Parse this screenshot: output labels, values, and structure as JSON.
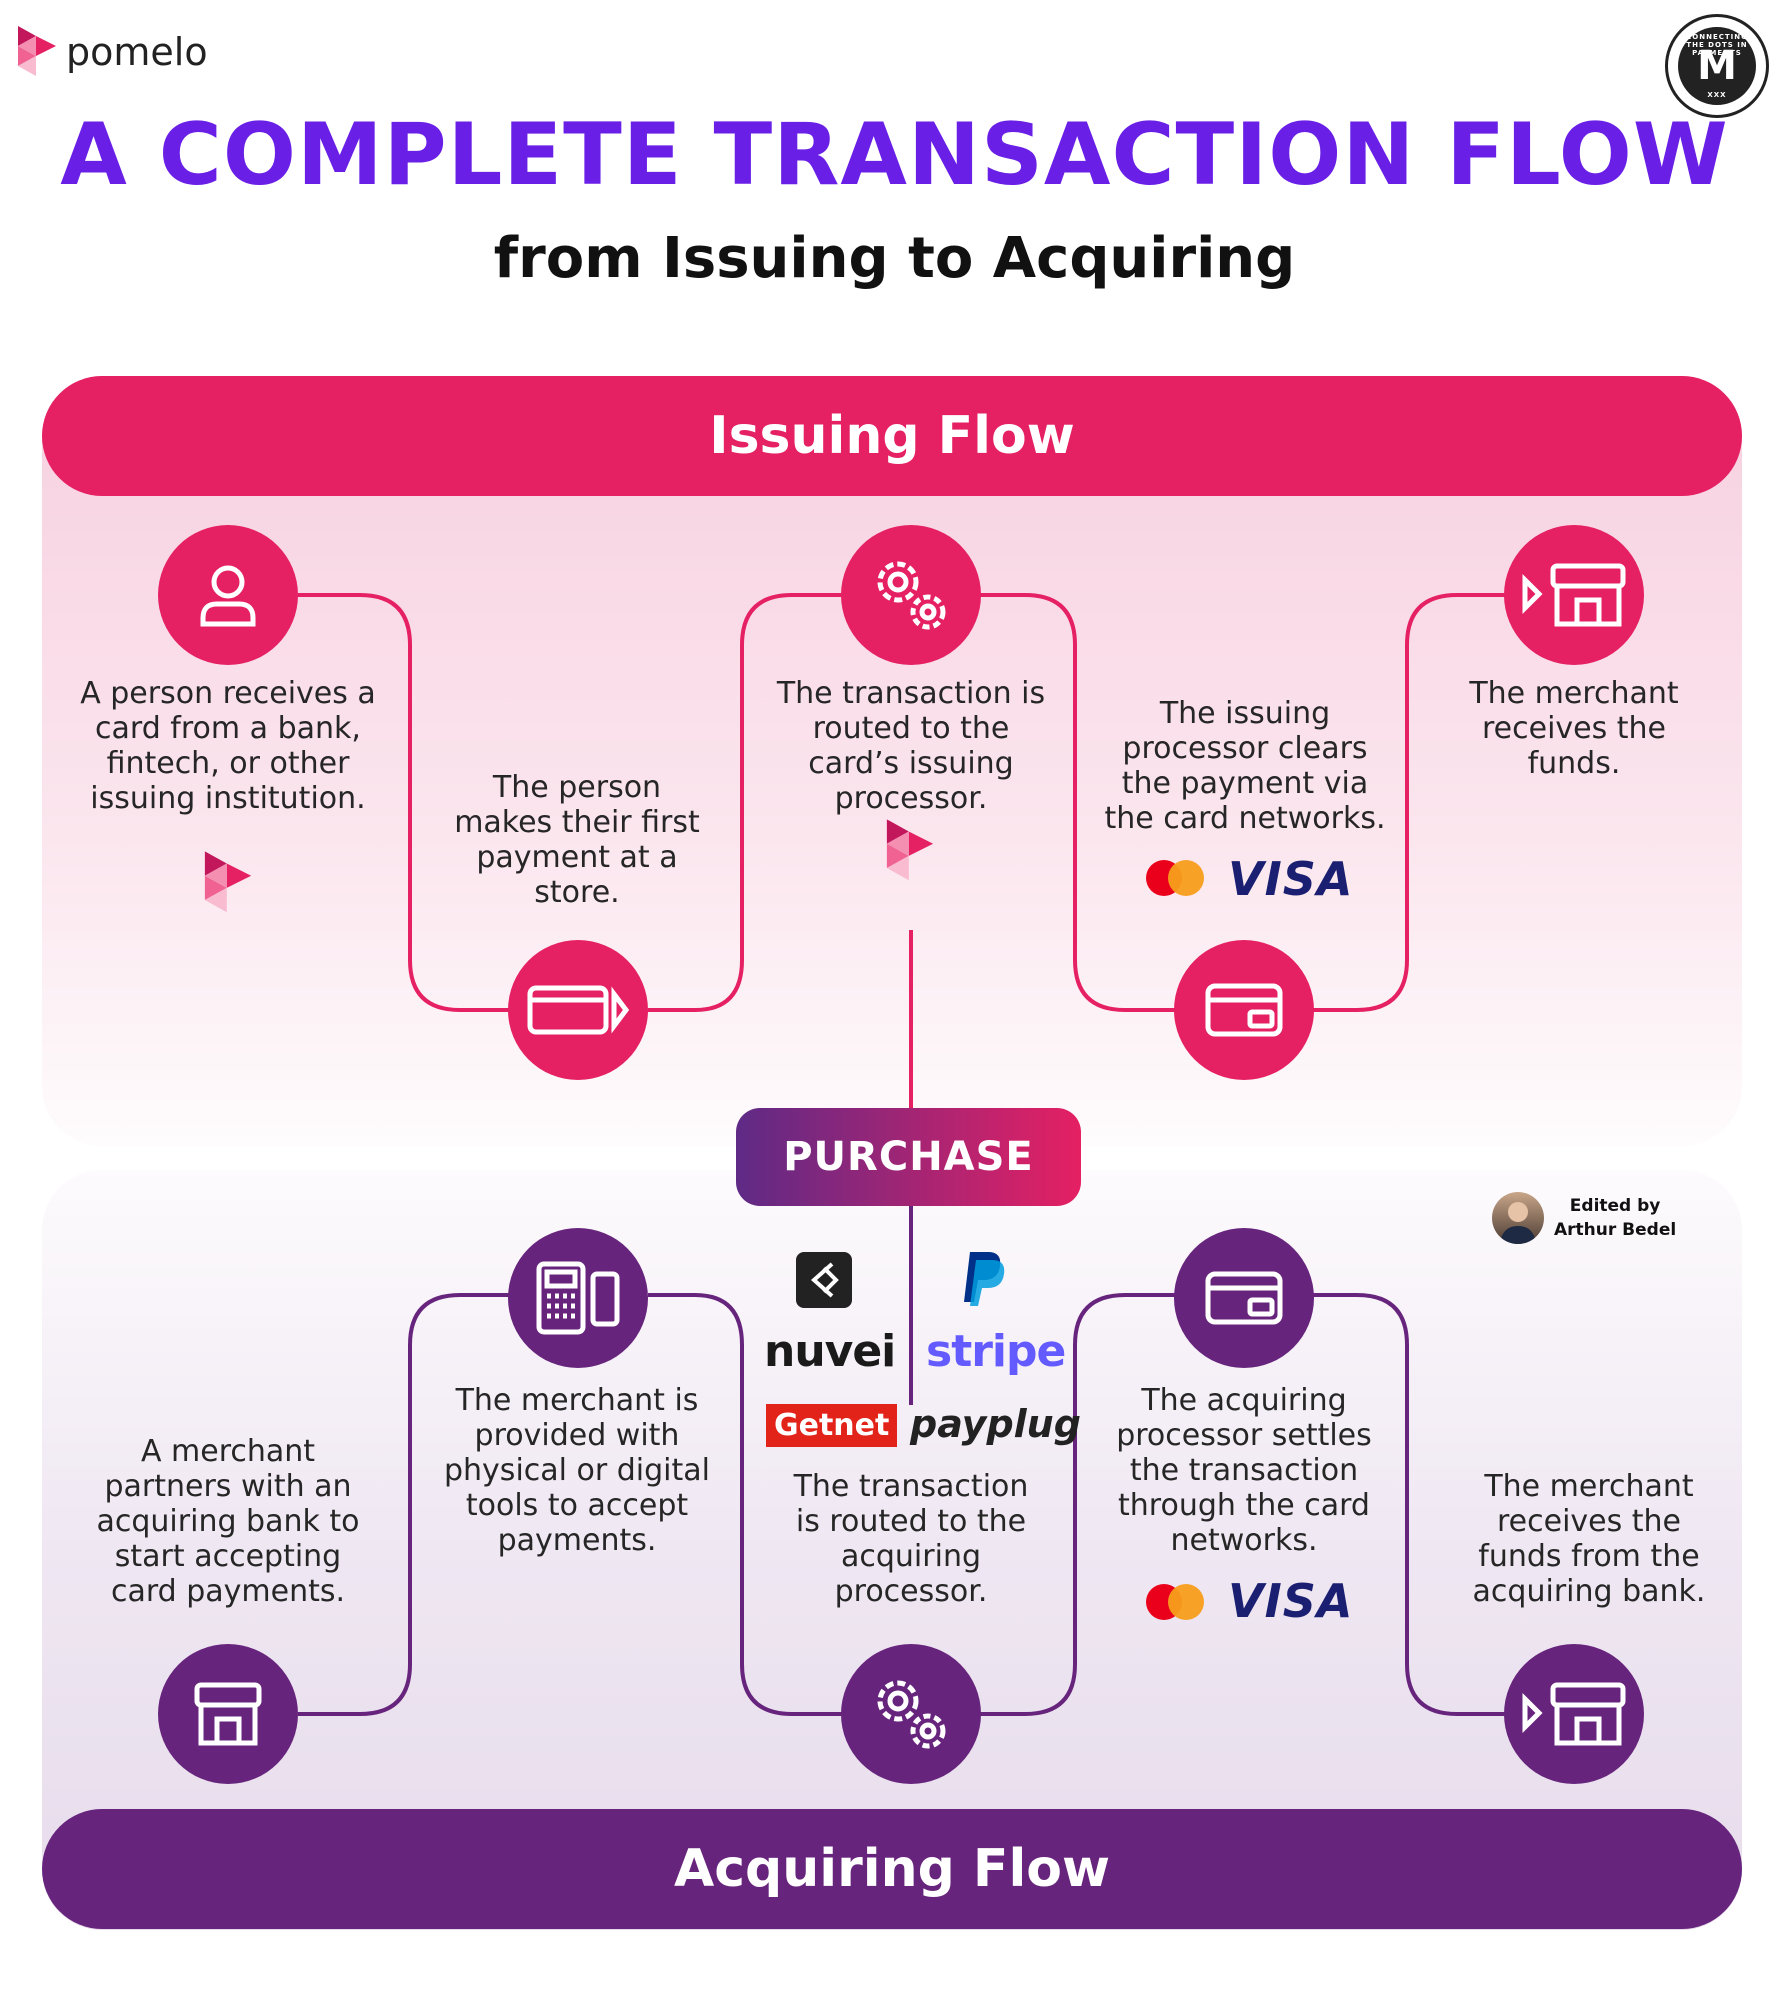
{
  "brand": {
    "name": "pomelo"
  },
  "badge": {
    "letter": "M",
    "top_text": "CONNECTING THE DOTS IN PAYMENTS",
    "bottom_text": "XXX"
  },
  "header": {
    "title": "A COMPLETE TRANSACTION FLOW",
    "subtitle": "from Issuing to Acquiring"
  },
  "issuing": {
    "title": "Issuing Flow",
    "steps": [
      {
        "icon": "person-icon",
        "text": "A person receives a card from a bank, fintech, or other issuing institution."
      },
      {
        "icon": "card-swipe-icon",
        "text": "The person makes their first payment at a store."
      },
      {
        "icon": "gears-icon",
        "text": "The transaction is routed to the card’s issuing processor."
      },
      {
        "icon": "card-icon",
        "text": "The issuing processor clears the payment via the card networks."
      },
      {
        "icon": "store-arrow-icon",
        "text": "The merchant receives the funds."
      }
    ]
  },
  "purchase": {
    "label": "PURCHASE"
  },
  "acquiring": {
    "title": "Acquiring Flow",
    "steps": [
      {
        "icon": "store-icon",
        "text": "A merchant partners with an acquiring bank to start accepting card payments."
      },
      {
        "icon": "pos-terminal-icon",
        "text": "The merchant is provided with physical or digital tools to accept payments."
      },
      {
        "icon": "gears-icon",
        "text": "The transaction is routed to the acquiring processor."
      },
      {
        "icon": "card-icon",
        "text": "The acquiring processor settles the transaction through the card networks."
      },
      {
        "icon": "store-arrow-icon",
        "text": "The merchant receives the funds from the acquiring bank."
      }
    ]
  },
  "logos": {
    "visa": "VISA",
    "nuvei": "nuvei",
    "stripe": "stripe",
    "getnet": "Getnet",
    "payplug": "payplug",
    "paypal": "P"
  },
  "editor": {
    "line1": "Edited by",
    "line2": "Arthur Bedel"
  },
  "colors": {
    "pink": "#e52063",
    "purple": "#67247d",
    "title": "#6a1fe6"
  }
}
